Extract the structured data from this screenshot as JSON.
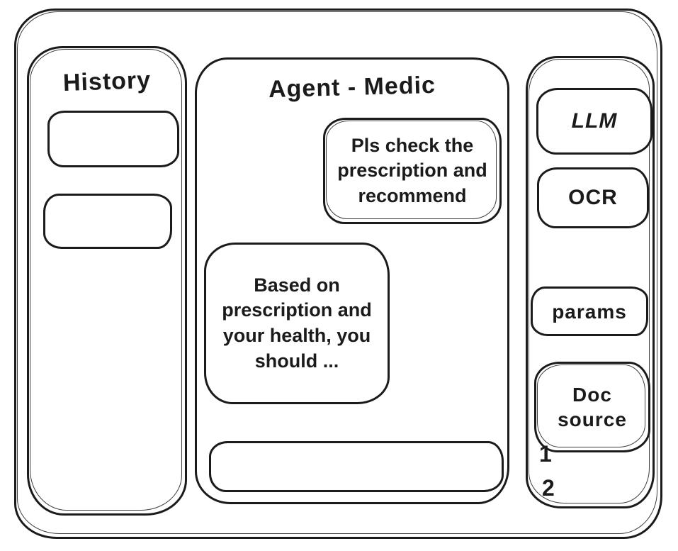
{
  "colors": {
    "ink": "#1b1b1b",
    "background": "#ffffff"
  },
  "sidebar_left": {
    "title": "History",
    "items": [
      {
        "label": ""
      },
      {
        "label": ""
      }
    ]
  },
  "chat": {
    "title": "Agent - Medic",
    "messages": [
      {
        "role": "user",
        "text": "Pls check the prescription and recommend"
      },
      {
        "role": "assistant",
        "text": "Based on prescription and your health, you should ..."
      }
    ],
    "input": {
      "value": "",
      "placeholder": ""
    }
  },
  "sidebar_right": {
    "buttons": [
      {
        "label": "LLM"
      },
      {
        "label": "OCR"
      },
      {
        "label": "params"
      },
      {
        "label": "Doc source"
      }
    ],
    "doc_list": [
      "1",
      "2"
    ]
  }
}
